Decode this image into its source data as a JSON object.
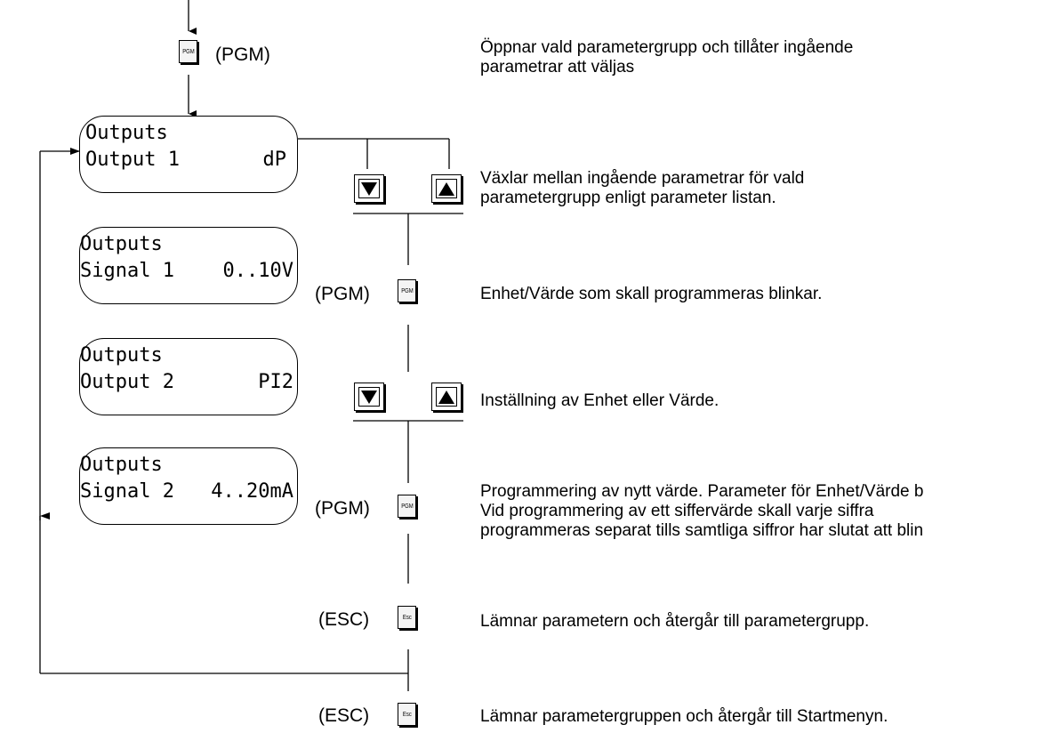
{
  "steps": {
    "pgm_top_label": "(PGM)",
    "pgm_mid1_label": "(PGM)",
    "pgm_mid2_label": "(PGM)",
    "esc1_label": "(ESC)",
    "esc2_label": "(ESC)"
  },
  "keys": {
    "pgm": "PGM",
    "esc": "Esc"
  },
  "displays": [
    {
      "line1": "Outputs",
      "line2_left": "Output 1",
      "line2_right": "dP"
    },
    {
      "line1": "Outputs",
      "line2_left": "Signal 1",
      "line2_right": "0..10V"
    },
    {
      "line1": "Outputs",
      "line2_left": "Output 2",
      "line2_right": "PI2"
    },
    {
      "line1": "Outputs",
      "line2_left": "Signal 2",
      "line2_right": "4..20mA"
    }
  ],
  "descriptions": {
    "d1": [
      "Öppnar vald parametergrupp och  tillåter ingående",
      "parametrar att väljas"
    ],
    "d2": [
      "Växlar mellan ingående parametrar för vald",
      "parametergrupp enligt parameter listan."
    ],
    "d3": [
      "Enhet/Värde som skall programmeras blinkar."
    ],
    "d4": [
      "Inställning av Enhet eller Värde."
    ],
    "d5": [
      "Programmering av nytt värde. Parameter för Enhet/Värde b",
      "Vid programmering av ett siffervärde skall varje siffra",
      "programmeras separat tills samtliga siffror har slutat att blin"
    ],
    "d6": [
      "Lämnar parametern och återgår till parametergrupp."
    ],
    "d7": [
      "Lämnar parametergruppen och återgår till Startmenyn."
    ]
  }
}
